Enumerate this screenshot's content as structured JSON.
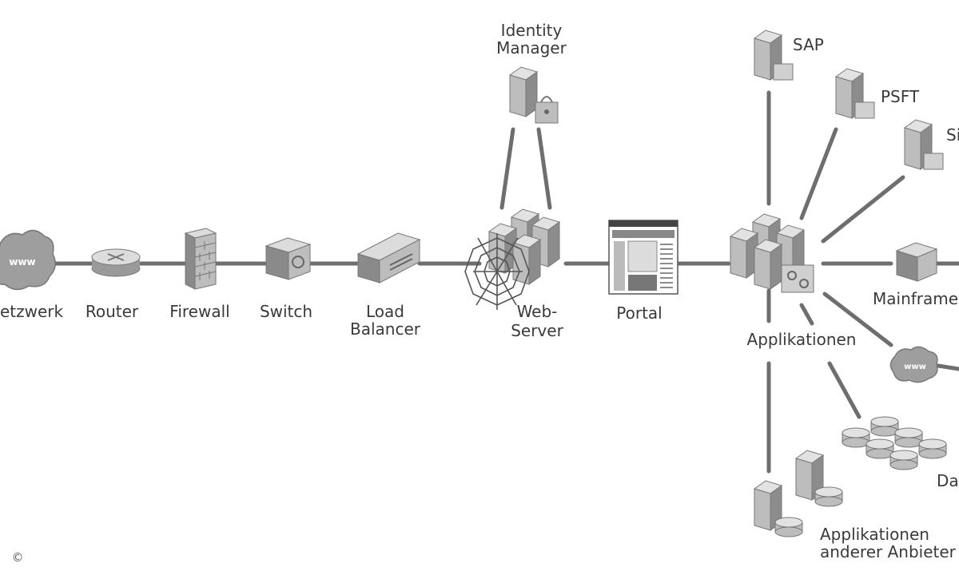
{
  "diagram": {
    "colors": {
      "line": "#6e6e6e",
      "node_light": "#d9d9d9",
      "node_mid": "#a8a8a8",
      "node_dark": "#7a7a7a",
      "text": "#3a3a3a"
    },
    "labels": {
      "netzwerk": "etzwerk",
      "router": "Router",
      "firewall": "Firewall",
      "switch": "Switch",
      "load_balancer_1": "Load",
      "load_balancer_2": "Balancer",
      "identity_1": "Identity",
      "identity_2": "Manager",
      "webserver_1": "Web-",
      "webserver_2": "Server",
      "portal": "Portal",
      "applikationen": "Applikationen",
      "sap": "SAP",
      "psft": "PSFT",
      "siebel": "Si",
      "mainframe": "Mainframe",
      "datenbanken": "Da",
      "andere_1": "Applikationen",
      "andere_2": "anderer Anbieter",
      "www_1": "www",
      "www_2": "www"
    },
    "copyright": "©",
    "icons": [
      "cloud-icon",
      "router-icon",
      "firewall-icon",
      "switch-icon",
      "load-balancer-icon",
      "identity-server-icon",
      "web-server-icon",
      "spider-web-icon",
      "portal-icon",
      "application-server-icon",
      "server-icon",
      "mainframe-icon",
      "database-icon"
    ]
  }
}
